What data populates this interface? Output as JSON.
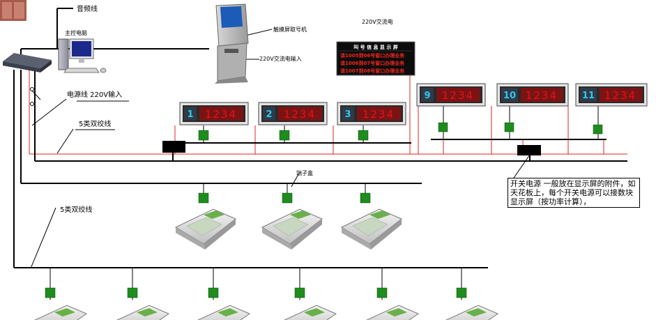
{
  "labels": {
    "audio_line": "音频线",
    "main_host": "主控电脑",
    "power_line": "电源线 220V输入",
    "cat5_top": "5类双绞线",
    "cat5_left": "5类双绞线",
    "kiosk": "触摸屏取号机",
    "kiosk_power": "220V交流电输入",
    "led_power": "220V交流电",
    "junction_box": "端子盒"
  },
  "led_screen": {
    "title": "叫 号 信 息 显 示 屏",
    "lines": [
      "请1005到06号窗口办理业务",
      "请1006到07号窗口办理业务",
      "请1007到08号窗口办理业务"
    ]
  },
  "window_displays": [
    {
      "num": "1",
      "digits": "1234"
    },
    {
      "num": "2",
      "digits": "1234"
    },
    {
      "num": "3",
      "digits": "1234"
    },
    {
      "num": "9",
      "digits": "1234"
    },
    {
      "num": "10",
      "digits": "1234"
    },
    {
      "num": "11",
      "digits": "1234"
    }
  ],
  "note": "开关电源 一般放在显示屏的附件，如天花板上，每个开关电源可以接数块显示屏（按功率计算），",
  "colors": {
    "node": "#1e8c1e",
    "power_wire": "#e02020",
    "display_digits": "#e8101c",
    "display_number": "#30c8f0"
  }
}
